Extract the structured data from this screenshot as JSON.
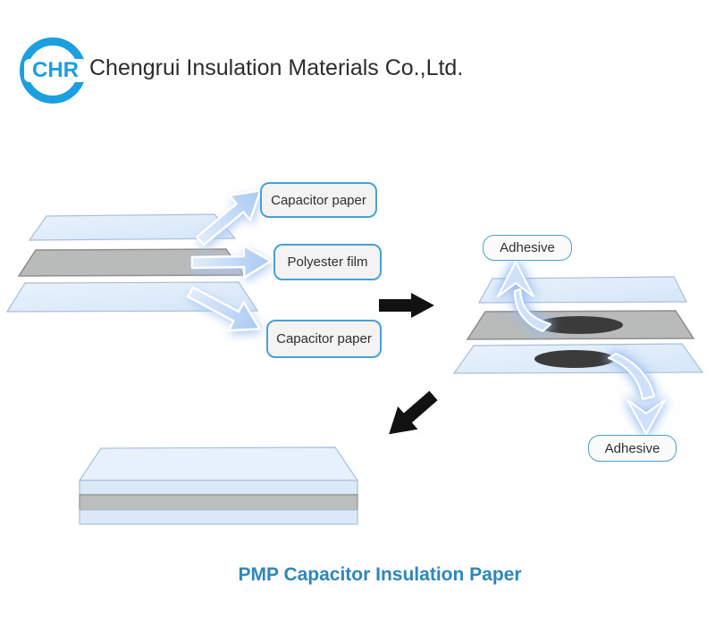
{
  "header": {
    "logo_text": "CHR",
    "company_name": "Chengrui Insulation Materials Co.,Ltd."
  },
  "diagram": {
    "left_stack": {
      "label_top": "Capacitor paper",
      "label_middle": "Polyester film",
      "label_bottom": "Capacitor paper"
    },
    "right_stack": {
      "adhesive_top_label": "Adhesive",
      "adhesive_bottom_label": "Adhesive"
    }
  },
  "footer": {
    "title": "PMP Capacitor Insulation Paper"
  },
  "colors": {
    "logo_blue": "#1b9fdf",
    "sheet_blue": "#dce9f8",
    "sheet_gray": "#b9baba",
    "adhesive_spot": "#3b3b3b",
    "callout_border": "#4aa0d5",
    "arrow_blue": "#cfe0fa",
    "arrow_black": "#121212",
    "title_blue": "#2e86ba"
  }
}
